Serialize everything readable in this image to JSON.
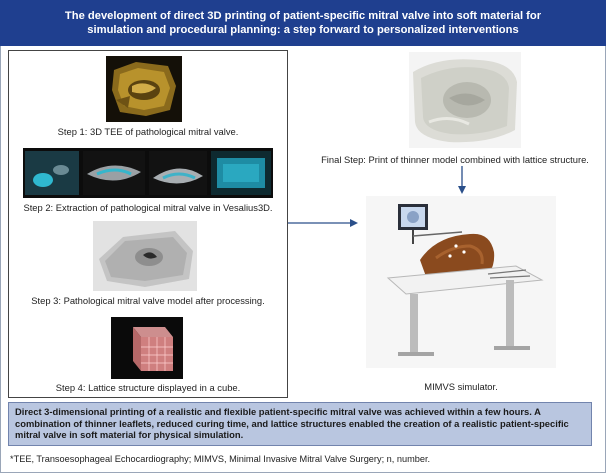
{
  "title": "The development of direct 3D printing of patient-specific mitral valve into soft material for simulation and procedural planning: a step forward to personalized interventions",
  "steps": [
    {
      "label": "Step 1: 3D TEE of pathological mitral valve."
    },
    {
      "label": "Step 2: Extraction of pathological mitral valve in Vesalius3D."
    },
    {
      "label": "Step 3: Pathological mitral valve model after processing."
    },
    {
      "label": "Step 4: Lattice structure displayed in a cube."
    }
  ],
  "final_step": {
    "label": "Final Step: Print of thinner model combined with lattice structure."
  },
  "simulator": {
    "label": "MIMVS simulator."
  },
  "summary": "Direct 3-dimensional printing of a realistic and flexible patient-specific mitral valve was achieved within a few hours. A combination of thinner leaflets, reduced curing time, and lattice structures enabled the creation of a realistic patient-specific mitral valve in soft material for physical simulation.",
  "footnote": "*TEE, Transoesophageal Echocardiography; MIMVS, Minimal Invasive Mitral Valve Surgery; n, number.",
  "colors": {
    "title_bg": "#1f3f8f",
    "summary_bg": "#b9c6e0",
    "arrow": "#2a4f8a"
  }
}
